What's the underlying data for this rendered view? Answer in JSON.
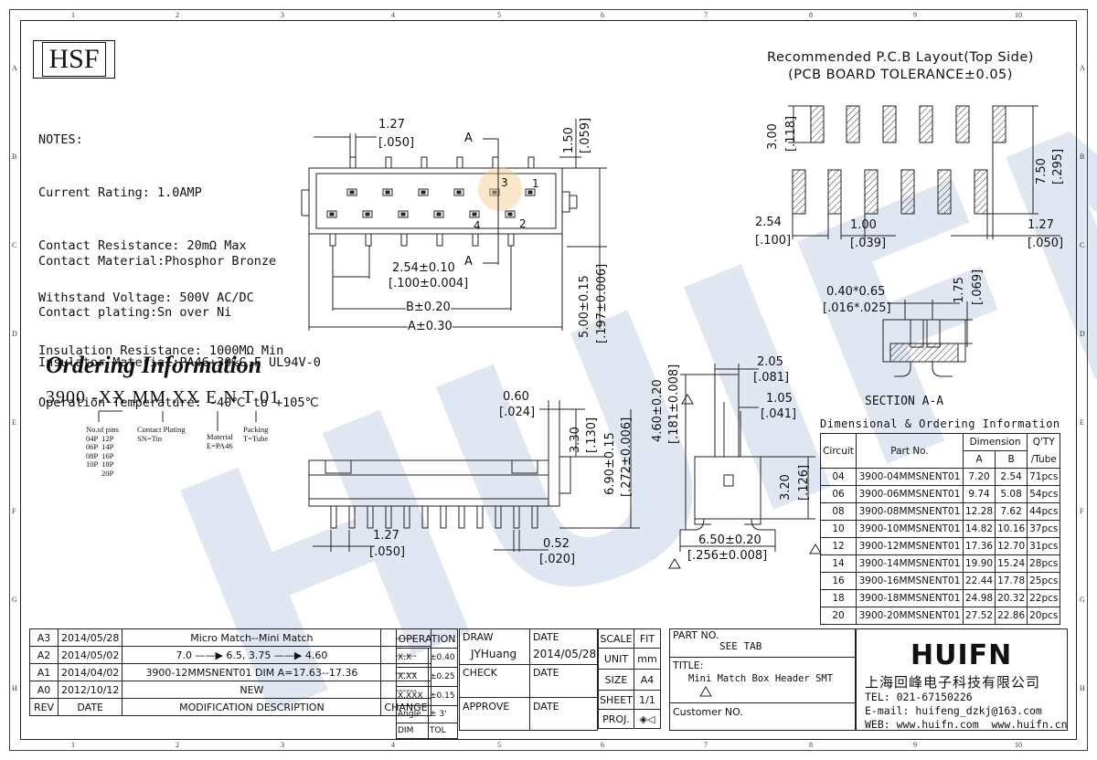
{
  "badge": "HSF",
  "notes": {
    "lines": [
      "NOTES:",
      "Current Rating: 1.0AMP",
      "Contact Resistance: 20mΩ Max",
      "Withstand Voltage: 500V AC/DC",
      "Insulation Resistance: 1000MΩ Min",
      "Operation Temperature: -40℃ to +105℃"
    ],
    "material_lines": [
      "Contact Material:Phosphor Bronze",
      "Contact plating:Sn over Ni",
      "Insulator Material:PA46+30%G.F UL94V-0"
    ]
  },
  "pcb_layout": {
    "title": "Recommended P.C.B Layout(Top Side)",
    "subtitle": "(PCB BOARD TOLERANCE±0.05)",
    "dims": {
      "d300": "3.00",
      "d118": "[.118]",
      "d750": "7.50",
      "d295": "[.295]",
      "d254": "2.54",
      "d100": "[.100]",
      "d100b": "1.00",
      "d039": "[.039]",
      "d127": "1.27",
      "d050": "[.050]"
    }
  },
  "top_view": {
    "dims": {
      "pitch": "1.27",
      "pitch_in": "[.050]",
      "h150": "1.50",
      "h059": "[.059]",
      "p254": "2.54±0.10",
      "p254_in": "[.100±0.004]",
      "b": "B±0.20",
      "a": "A±0.30",
      "h500": "5.00±0.15",
      "h197": "[.197±0.006]"
    },
    "section_mark": "A",
    "pins": [
      "3",
      "1",
      "4",
      "2"
    ]
  },
  "section": {
    "dim1": "0.40*0.65",
    "dim1_in": "[.016*.025]",
    "dim2": "1.75",
    "dim2_in": "[.069]",
    "label": "SECTION A-A"
  },
  "side_view": {
    "d060": "0.60",
    "d024": "[.024]",
    "d330": "3.30",
    "d130": "[.130]",
    "d690": "6.90±0.15",
    "d272": "[.272±0.006]",
    "d127": "1.27",
    "d050": "[.050]",
    "d052": "0.52",
    "d020": "[.020]"
  },
  "end_view": {
    "d460": "4.60±0.20",
    "d181": "[.181±0.008]",
    "d205": "2.05",
    "d081": "[.081]",
    "d105": "1.05",
    "d041": "[.041]",
    "d320": "3.20",
    "d126": "[.126]",
    "d650": "6.50±0.20",
    "d256": "[.256±0.008]"
  },
  "ordering": {
    "title": "Ordering Information",
    "code": "3900 -XX MM XX E N T 01",
    "pins_label": "No.of pins",
    "pins_options": [
      "04P  12P",
      "06P  14P",
      "08P  16P",
      "10P  18P",
      "        20P"
    ],
    "plating_label": "Contact Plating",
    "plating_value": "SN=Tin",
    "material_label": "Material",
    "material_value": "E=PA46",
    "packing_label": "Packing",
    "packing_value": "T=Tube"
  },
  "dim_table": {
    "title": "Dimensional & Ordering Information",
    "headers": {
      "circuit": "Circuit",
      "part": "Part No.",
      "dimension": "Dimension",
      "a": "A",
      "b": "B",
      "qty": "Q'TY",
      "tube": "/Tube"
    },
    "rows": [
      {
        "circuit": "04",
        "part": "3900-04MMSNENT01",
        "a": "7.20",
        "b": "2.54",
        "qty": "71pcs"
      },
      {
        "circuit": "06",
        "part": "3900-06MMSNENT01",
        "a": "9.74",
        "b": "5.08",
        "qty": "54pcs"
      },
      {
        "circuit": "08",
        "part": "3900-08MMSNENT01",
        "a": "12.28",
        "b": "7.62",
        "qty": "44pcs"
      },
      {
        "circuit": "10",
        "part": "3900-10MMSNENT01",
        "a": "14.82",
        "b": "10.16",
        "qty": "37pcs"
      },
      {
        "circuit": "12",
        "part": "3900-12MMSNENT01",
        "a": "17.36",
        "b": "12.70",
        "qty": "31pcs"
      },
      {
        "circuit": "14",
        "part": "3900-14MMSNENT01",
        "a": "19.90",
        "b": "15.24",
        "qty": "28pcs"
      },
      {
        "circuit": "16",
        "part": "3900-16MMSNENT01",
        "a": "22.44",
        "b": "17.78",
        "qty": "25pcs"
      },
      {
        "circuit": "18",
        "part": "3900-18MMSNENT01",
        "a": "24.98",
        "b": "20.32",
        "qty": "22pcs"
      },
      {
        "circuit": "20",
        "part": "3900-20MMSNENT01",
        "a": "27.52",
        "b": "22.86",
        "qty": "20pcs"
      }
    ]
  },
  "revisions": {
    "rows": [
      {
        "rev": "A3",
        "date": "2014/05/28",
        "desc": "Micro Match--Mini Match",
        "change": "------"
      },
      {
        "rev": "A2",
        "date": "2014/05/02",
        "desc": "7.0 ——▶ 6.5, 3.75 ——▶ 4.60",
        "change": "------"
      },
      {
        "rev": "A1",
        "date": "2014/04/02",
        "desc": "3900-12MMSNENT01 DIM A=17.63--17.36",
        "change": "------"
      },
      {
        "rev": "A0",
        "date": "2012/10/12",
        "desc": "NEW",
        "change": "------"
      }
    ],
    "headers": {
      "rev": "REV",
      "date": "DATE",
      "desc": "MODIFICATION DESCRIPTION",
      "change": "CHANGE"
    }
  },
  "tolerance": {
    "operation": "OPERATION",
    "rows": [
      [
        "X.X",
        "±0.40"
      ],
      [
        "X.XX",
        "±0.25"
      ],
      [
        "X.XXX",
        "±0.15"
      ],
      [
        "Angle",
        "± 3'"
      ]
    ],
    "dim": "DIM",
    "tol": "TOL"
  },
  "approval": {
    "draw": "DRAW",
    "draw_name": "JYHuang",
    "date": "DATE",
    "draw_date": "2014/05/28",
    "check": "CHECK",
    "check_date": "DATE",
    "approve": "APPROVE",
    "approve_date": "DATE"
  },
  "sheet_info": {
    "scale": "SCALE",
    "scale_v": "FIT",
    "unit": "UNIT",
    "unit_v": "mm",
    "size": "SIZE",
    "size_v": "A4",
    "sheet": "SHEET",
    "sheet_v": "1/1",
    "proj": "PROJ.",
    "proj_v": "◈◁"
  },
  "part_block": {
    "part_no_label": "PART NO.",
    "part_no": "SEE TAB",
    "title_label": "TITLE:",
    "title": "Mini Match Box Header SMT",
    "customer_label": "Customer NO."
  },
  "company": {
    "logo": "HUIFN",
    "name": "上海回峰电子科技有限公司",
    "contact": "TEL: 021-67150226\nE-mail: huifeng_dzkj@163.com\nWEB: www.huifn.com  www.huifn.cn"
  },
  "border": {
    "cols": [
      "1",
      "2",
      "3",
      "4",
      "5",
      "6",
      "7",
      "8",
      "9",
      "10"
    ],
    "rows": [
      "A",
      "B",
      "C",
      "D",
      "E",
      "F",
      "G",
      "H"
    ]
  },
  "watermark": "HUIFN",
  "colors": {
    "watermark": "#c8d2ea",
    "hatch": "#333333",
    "highlight": "#f4c98a"
  }
}
